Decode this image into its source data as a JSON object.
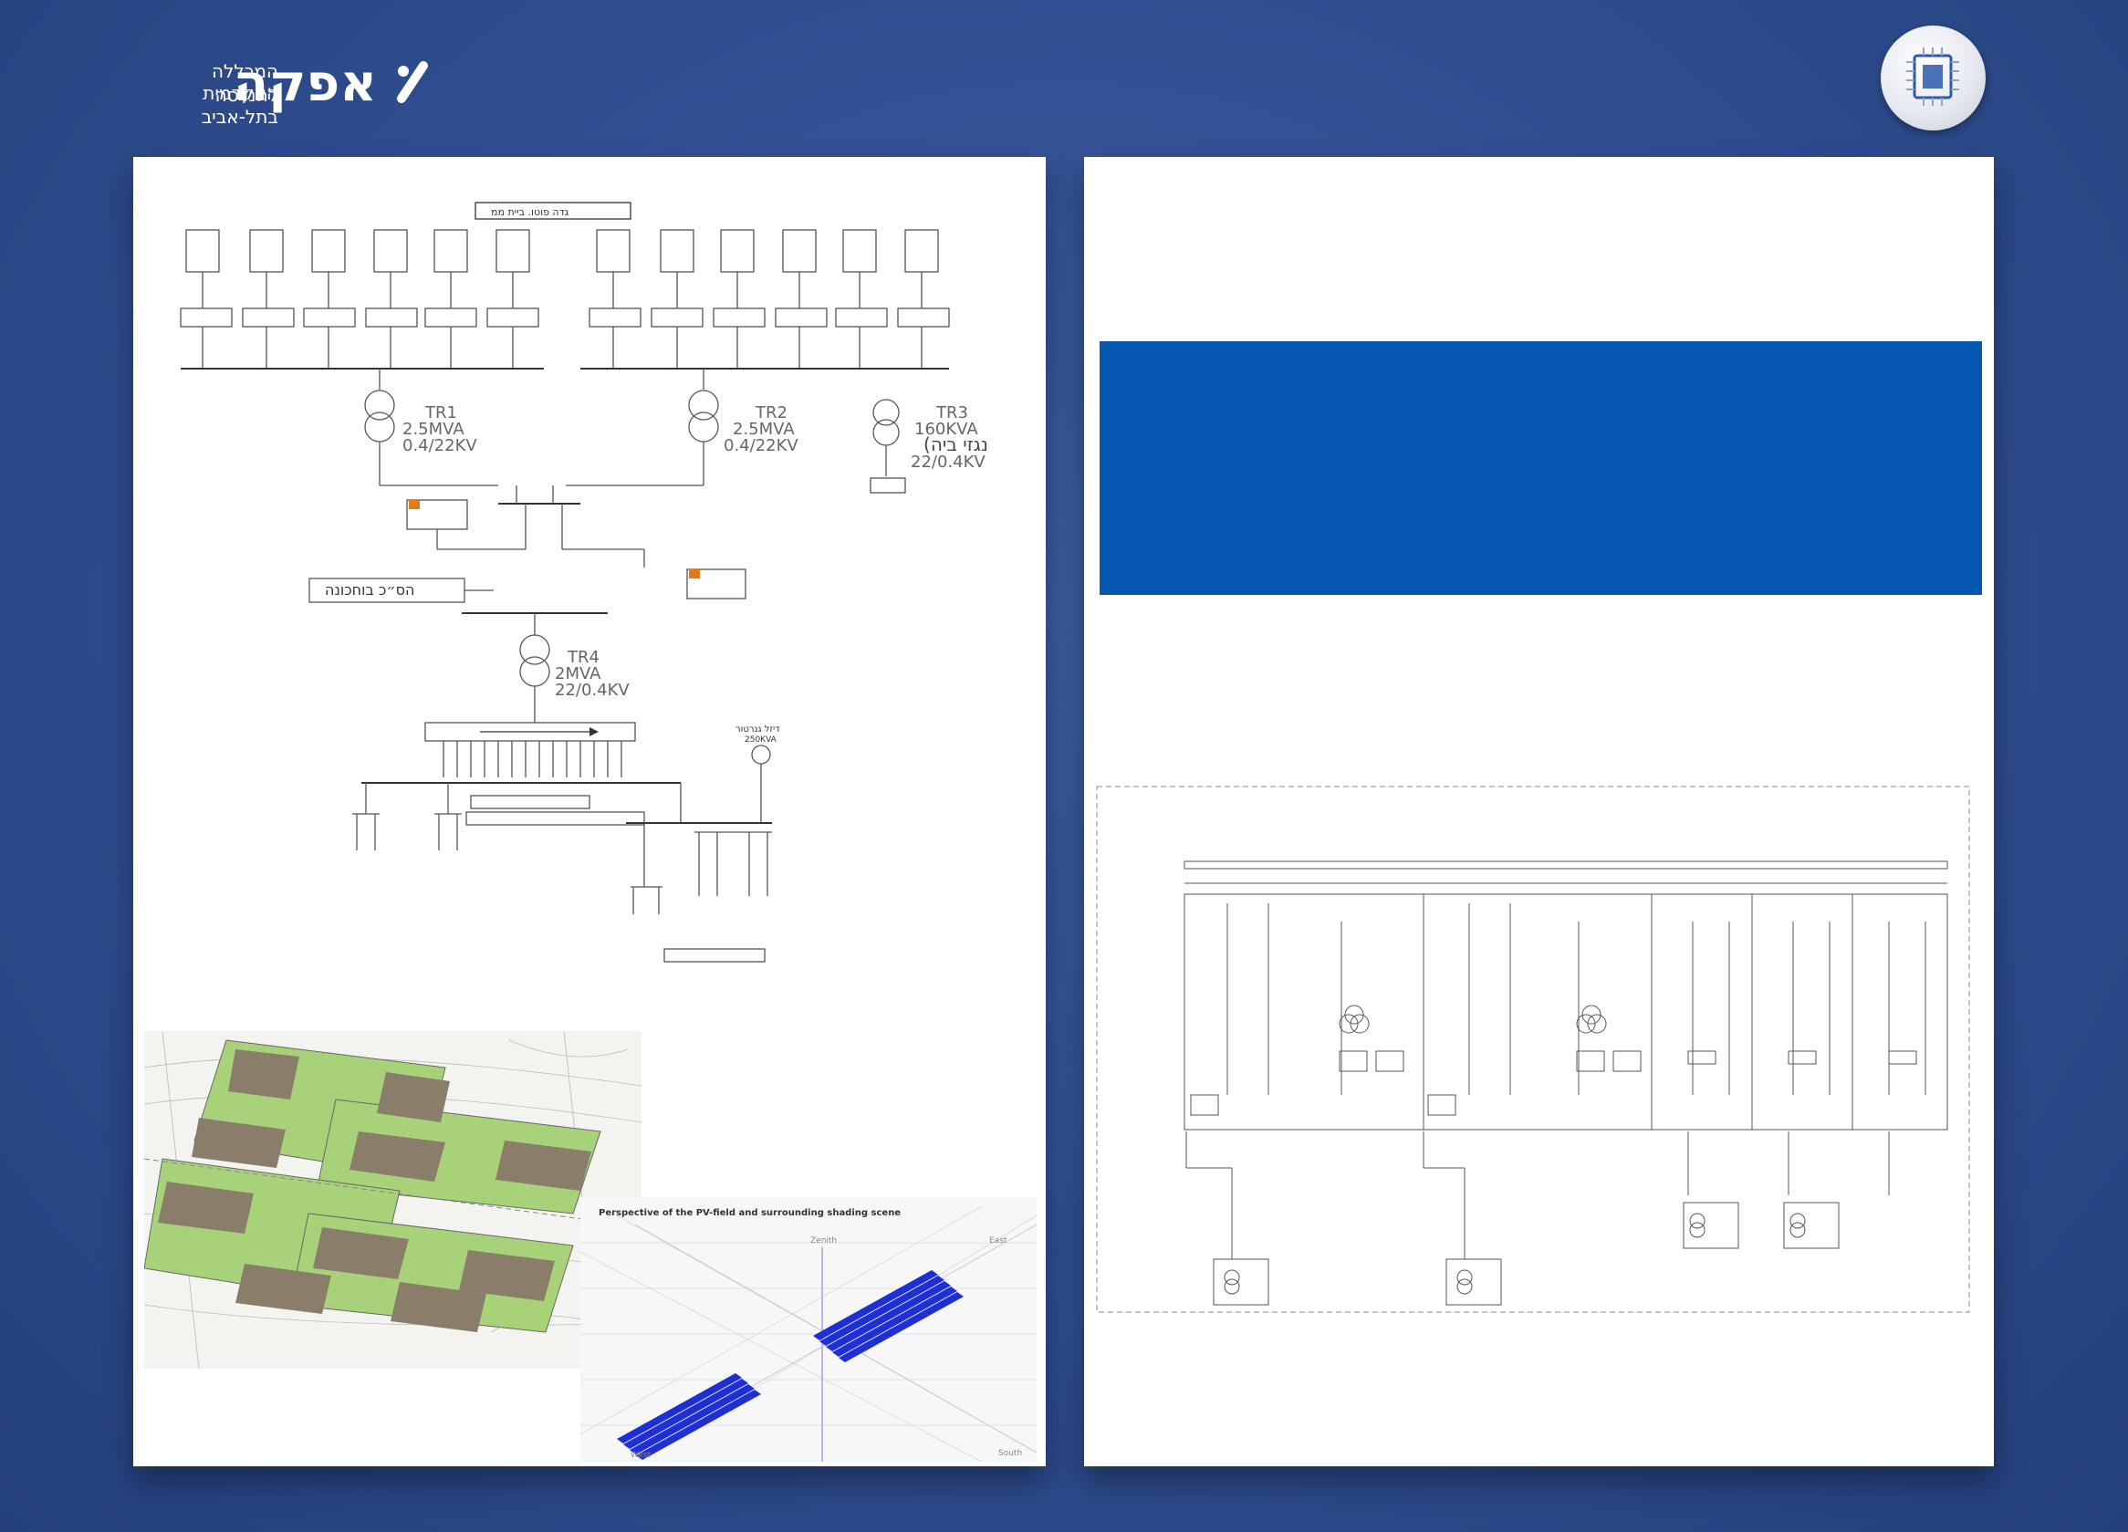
{
  "header": {
    "logo_name": "אפקה",
    "logo_line1": "המכללה האקדמית",
    "logo_line2": "להנדסה בתל-אביב"
  },
  "single_line_diagram": {
    "title": "גדה פוטו. ביית ממ",
    "tr1": {
      "name": "TR1",
      "rating": "2.5MVA",
      "voltage": "0.4/22KV"
    },
    "tr2": {
      "name": "TR2",
      "rating": "2.5MVA",
      "voltage": "0.4/22KV"
    },
    "tr3": {
      "name": "TR3",
      "rating": "160KVA",
      "note": "(נגזי ביה",
      "voltage": "22/0.4KV"
    },
    "tr4": {
      "name": "TR4",
      "rating": "2MVA",
      "voltage": "22/0.4KV"
    },
    "prepared_box": "הס״כ בוחכונה",
    "diesel": "דיזל גנרטור",
    "diesel_rating": "250KVA"
  },
  "pv_scene": {
    "title": "Perspective of the PV-field and surrounding shading scene",
    "zenith": "Zenith",
    "east": "East",
    "west": "West",
    "south": "South"
  },
  "colors": {
    "background": "#2f4d8f",
    "blue_box": "#0657b0",
    "pv_panels": "#1f2fd6",
    "site_green": "#a8d27a",
    "building": "#8a7d6a"
  }
}
